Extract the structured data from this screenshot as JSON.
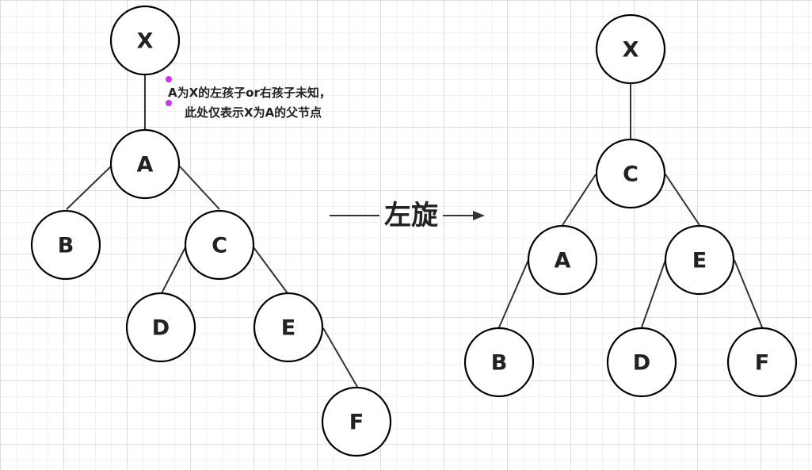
{
  "left_tree": {
    "nodes": [
      {
        "id": "X",
        "label": "X"
      },
      {
        "id": "A",
        "label": "A"
      },
      {
        "id": "B",
        "label": "B"
      },
      {
        "id": "C",
        "label": "C"
      },
      {
        "id": "D",
        "label": "D"
      },
      {
        "id": "E",
        "label": "E"
      },
      {
        "id": "F",
        "label": "F"
      }
    ],
    "edges": [
      [
        "X",
        "A"
      ],
      [
        "A",
        "B"
      ],
      [
        "A",
        "C"
      ],
      [
        "C",
        "D"
      ],
      [
        "C",
        "E"
      ],
      [
        "E",
        "F"
      ]
    ]
  },
  "note": {
    "line1": "A为X的左孩子or右孩子未知，",
    "line2": "此处仅表示X为A的父节点",
    "marker_color": "#cc33ee"
  },
  "operation": {
    "label": "左旋"
  },
  "right_tree": {
    "nodes": [
      {
        "id": "X",
        "label": "X"
      },
      {
        "id": "C",
        "label": "C"
      },
      {
        "id": "A",
        "label": "A"
      },
      {
        "id": "E",
        "label": "E"
      },
      {
        "id": "B",
        "label": "B"
      },
      {
        "id": "D",
        "label": "D"
      },
      {
        "id": "F",
        "label": "F"
      }
    ],
    "edges": [
      [
        "X",
        "C"
      ],
      [
        "C",
        "A"
      ],
      [
        "C",
        "E"
      ],
      [
        "A",
        "B"
      ],
      [
        "E",
        "D"
      ],
      [
        "E",
        "F"
      ]
    ]
  }
}
